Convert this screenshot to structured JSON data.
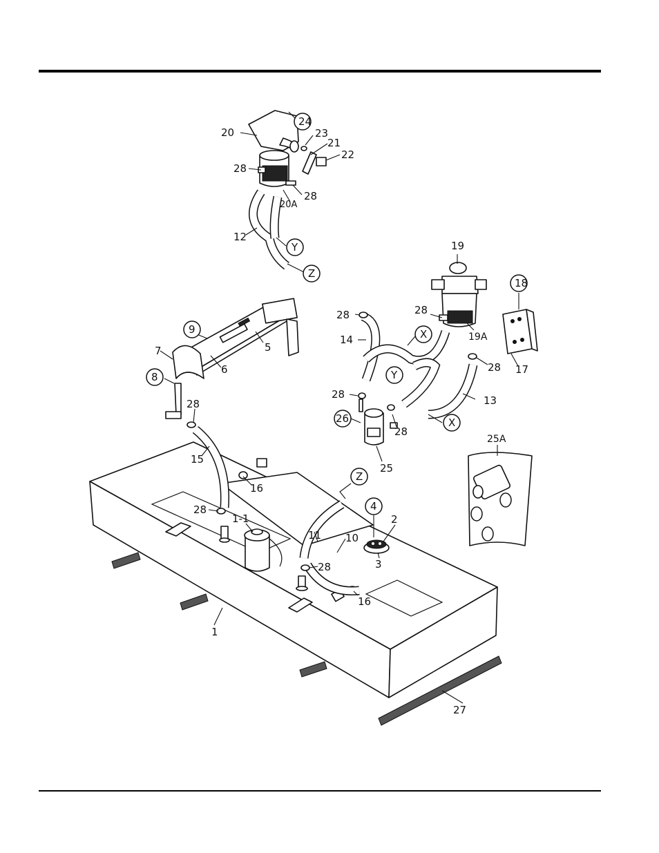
{
  "labels": {
    "l1": "1",
    "l1_1": "1-1",
    "l2": "2",
    "l3": "3",
    "l4": "4",
    "l5": "5",
    "l6": "6",
    "l7": "7",
    "l8": "8",
    "l9": "9",
    "l10": "10",
    "l11": "11",
    "l12": "12",
    "l13": "13",
    "l14": "14",
    "l15": "15",
    "l16a": "16",
    "l16b": "16",
    "l17": "17",
    "l18": "18",
    "l19": "19",
    "l19a": "19A",
    "l20": "20",
    "l20a": "20A",
    "l21": "21",
    "l22": "22",
    "l23": "23",
    "l24": "24",
    "l25": "25",
    "l25a": "25A",
    "l26": "26",
    "l27": "27",
    "l28a": "28",
    "l28b": "28",
    "l28c": "28",
    "l28d": "28",
    "l28e": "28",
    "l28f": "28",
    "l28g": "28",
    "l28h": "28",
    "l28i": "28",
    "l28j": "28",
    "x1": "X",
    "x2": "X",
    "y1": "Y",
    "y2": "Y",
    "z1": "Z",
    "z2": "Z"
  }
}
